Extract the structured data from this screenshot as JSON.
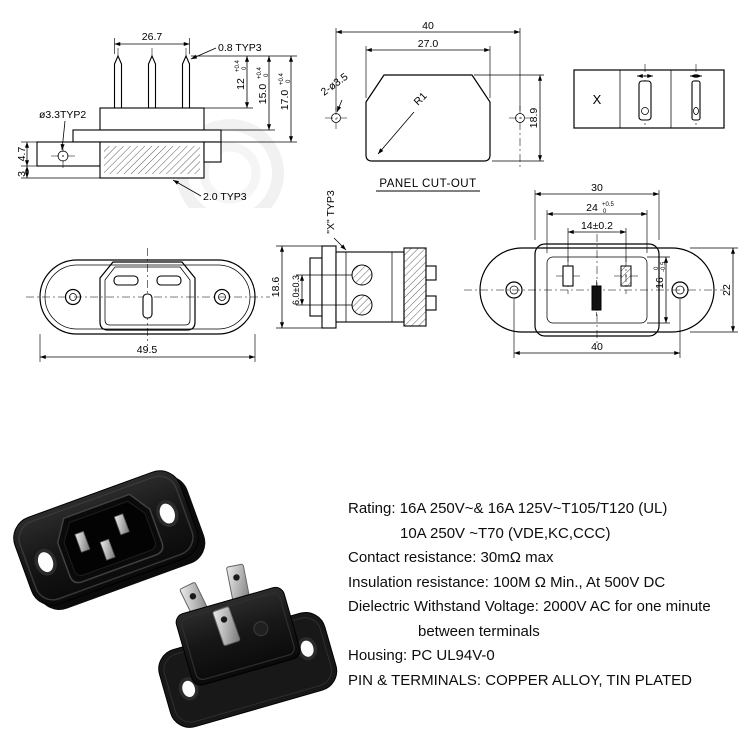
{
  "drawings": {
    "side_view": {
      "dim_width": "26.7",
      "dim_pin": "0.8 TYP3",
      "dim_hole": "ø3.3TYP2",
      "dim_h1": "4.7",
      "dim_h2": "3",
      "dim_len1": "12",
      "dim_len2": "15.0",
      "dim_len3": "17.0",
      "tol_plus": "+0.4",
      "tol_zero": "0",
      "dim_pitch": "2.0 TYP3"
    },
    "panel_cutout": {
      "dim_hole_span": "40",
      "dim_width": "27.0",
      "dim_height": "18.9",
      "dim_holes": "2-ø3.5",
      "dim_radius": "R1",
      "caption": "PANEL CUT-OUT"
    },
    "pin_detail": {
      "label": "X"
    },
    "front_view": {
      "dim_width": "49.5",
      "dim_height": "18.6"
    },
    "side_profile": {
      "label": "\"X\" TYP3",
      "dim_depth": "6.0±0.3"
    },
    "rear_view": {
      "dim_body_width": "30",
      "dim_inner_width": "24",
      "tol_24_top": "+0.5",
      "tol_24_bot": "0",
      "dim_pin_pitch": "14±0.2",
      "dim_height": "22",
      "dim_inner_height": "16",
      "tol_16_top": "0",
      "tol_16_bot": "-0.5",
      "dim_hole_span": "40"
    }
  },
  "specs": {
    "lines": [
      "Rating: 16A 250V~& 16A 125V~T105/T120 (UL)",
      "10A 250V ~T70 (VDE,KC,CCC)",
      "Contact resistance:  30mΩ max",
      "Insulation resistance: 100M Ω Min., At 500V DC",
      "Dielectric Withstand Voltage: 2000V AC for one minute",
      "between terminals",
      "Housing:  PC UL94V-0",
      "PIN & TERMINALS: COPPER ALLOY, TIN PLATED"
    ]
  }
}
